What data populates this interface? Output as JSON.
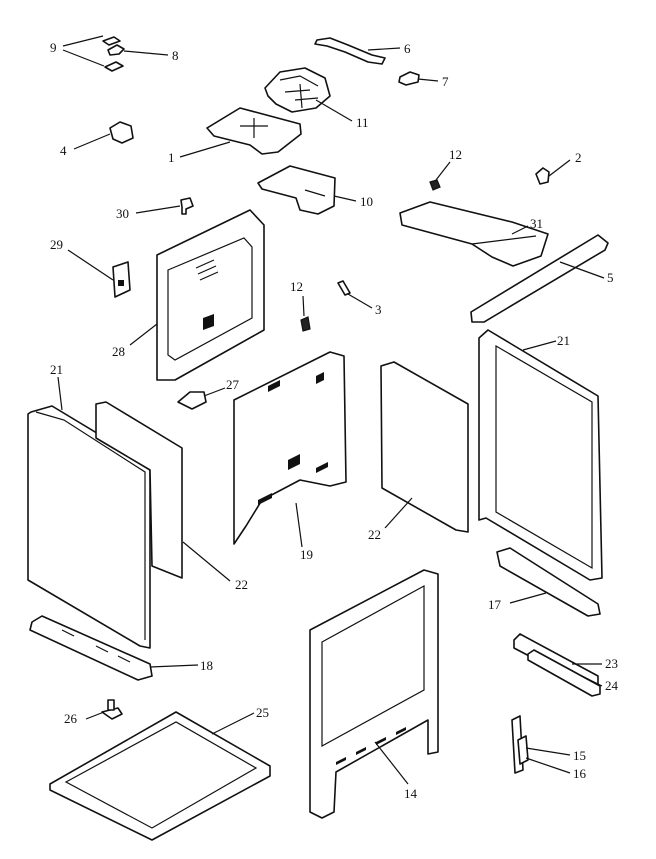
{
  "diagram": {
    "type": "exploded parts view",
    "callouts": [
      "9",
      "8",
      "6",
      "7",
      "11",
      "4",
      "1",
      "12",
      "2",
      "10",
      "30",
      "31",
      "29",
      "5",
      "12",
      "3",
      "28",
      "21",
      "27",
      "21",
      "22",
      "19",
      "17",
      "22",
      "18",
      "23",
      "24",
      "26",
      "25",
      "14",
      "15",
      "16"
    ]
  }
}
